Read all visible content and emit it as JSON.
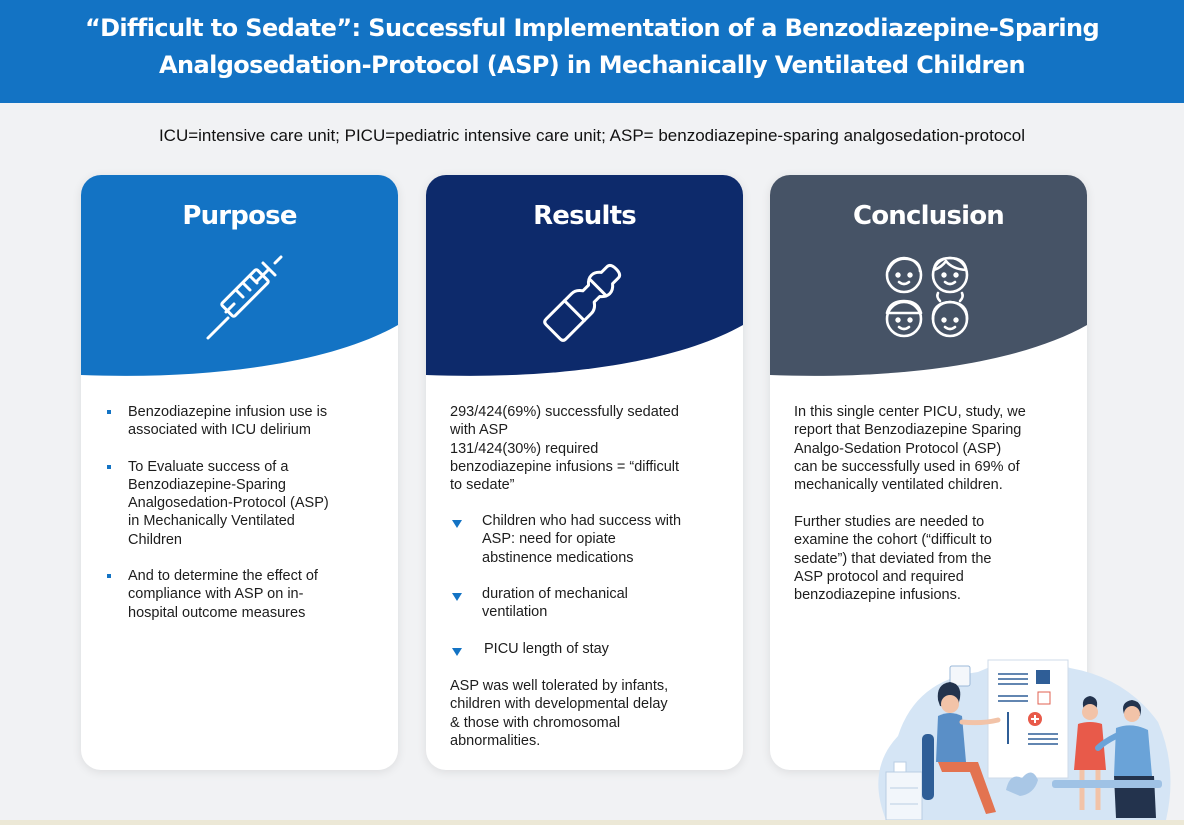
{
  "header": {
    "title_line1": "“Difficult to Sedate”: Successful Implementation of a Benzodiazepine-Sparing",
    "title_line2": "Analgosedation-Protocol (ASP) in Mechanically Ventilated Children",
    "abbreviations": "ICU=intensive care unit; PICU=pediatric intensive care unit; ASP= benzodiazepine-sparing analgosedation-protocol"
  },
  "purpose": {
    "title": "Purpose",
    "icon": "syringe-icon",
    "color": "#1373c4",
    "bullets": [
      [
        "Benzodiazepine infusion use is",
        "associated with ICU delirium"
      ],
      [
        "To Evaluate success of a",
        "Benzodiazepine-Sparing",
        "Analgosedation-Protocol (ASP)",
        "in Mechanically Ventilated",
        "Children"
      ],
      [
        "And to determine the effect of",
        "compliance with ASP on in-",
        "hospital outcome measures"
      ]
    ]
  },
  "results": {
    "title": "Results",
    "icon": "ampoule-icon",
    "color": "#0d2a6b",
    "intro": [
      "293/424(69%) successfully sedated",
      "with ASP",
      "131/424(30%) required",
      "benzodiazepine infusions = “difficult",
      "to sedate”"
    ],
    "bullets": [
      [
        "Children who had success with",
        "ASP: need for opiate",
        "abstinence medications"
      ],
      [
        "duration of mechanical",
        "ventilation"
      ],
      [
        "PICU length of stay"
      ]
    ],
    "outro": [
      "ASP was well tolerated by infants,",
      "children with developmental delay",
      "& those with chromosomal",
      "abnormalities."
    ]
  },
  "conclusion": {
    "title": "Conclusion",
    "icon": "children-faces-icon",
    "color": "#465366",
    "para1": [
      "In this single center PICU, study, we",
      "report that Benzodiazepine Sparing",
      "Analgo-Sedation Protocol (ASP)",
      "can be successfully used in 69% of",
      "mechanically ventilated children."
    ],
    "para2": [
      "Further studies are needed to",
      "examine the cohort (“difficult to",
      "sedate”) that deviated from the",
      "ASP protocol and required",
      "benzodiazepine infusions."
    ]
  },
  "colors": {
    "banner": "#1373c4",
    "bullet_accent": "#1373c4",
    "illustration_blob": "#d5e5f5"
  },
  "illustration": "doctor-consultation-illustration"
}
